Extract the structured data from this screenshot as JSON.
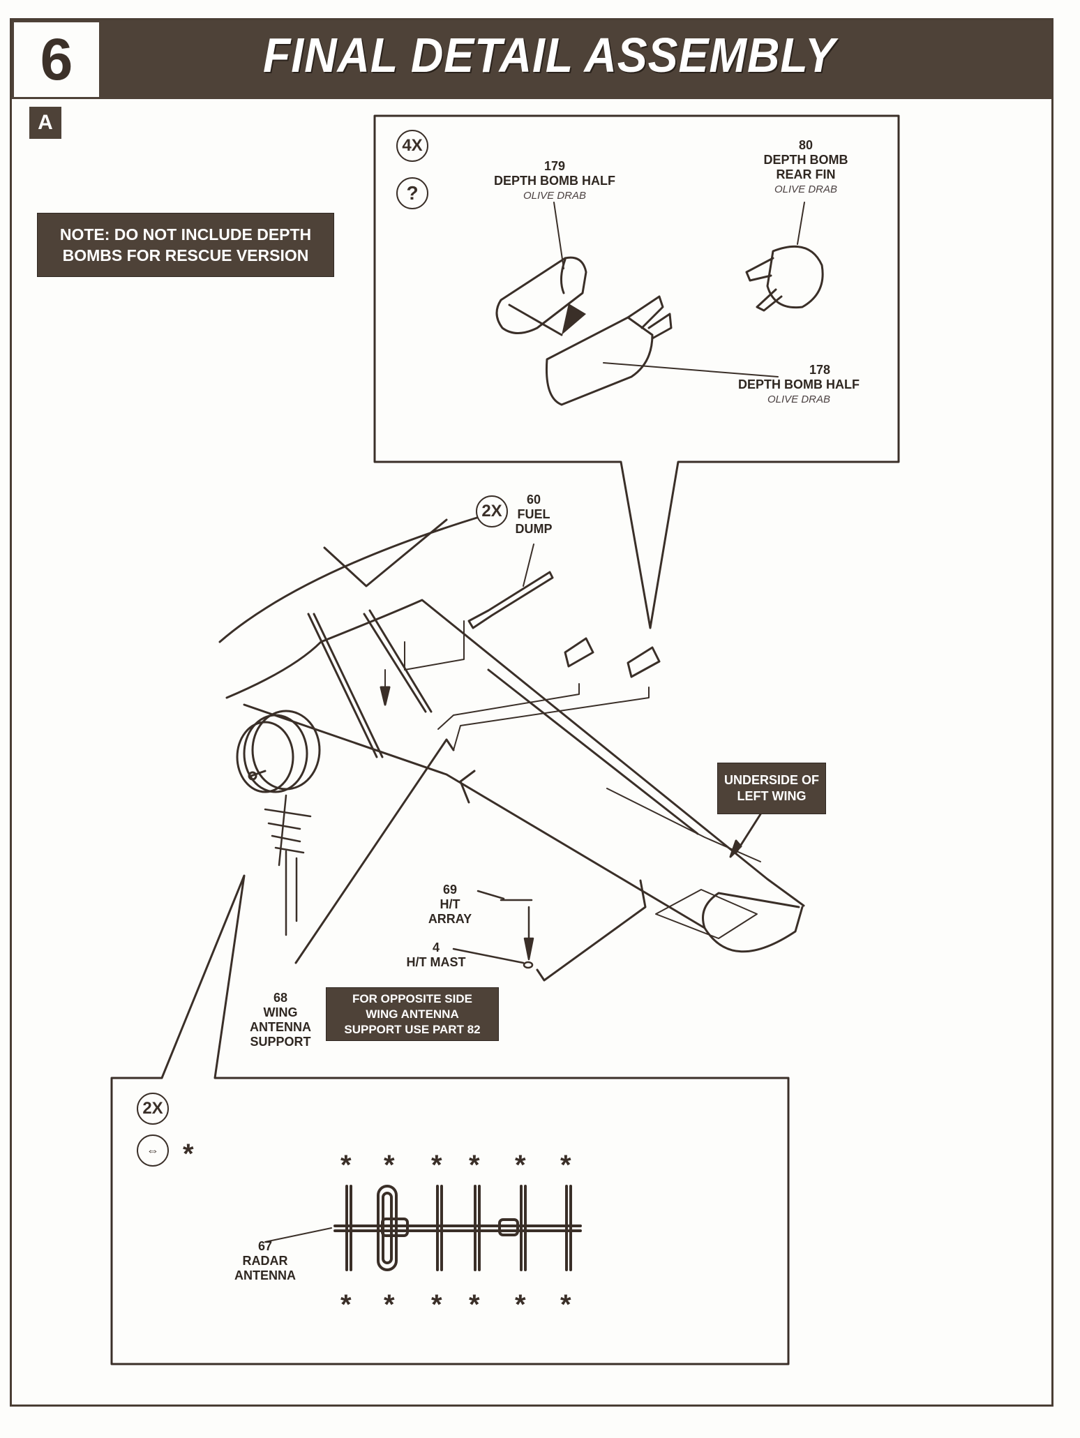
{
  "header": {
    "step_number": "6",
    "title": "FINAL DETAIL ASSEMBLY"
  },
  "section_label": "A",
  "note": {
    "line1": "NOTE:  DO NOT INCLUDE DEPTH",
    "line2": "BOMBS FOR RESCUE VERSION"
  },
  "depth_bomb_inset": {
    "quantity_badge": "4X",
    "optional_badge": "?",
    "parts": [
      {
        "number": "179",
        "name": "DEPTH BOMB HALF",
        "color": "OLIVE DRAB"
      },
      {
        "number": "80",
        "name_line1": "DEPTH BOMB",
        "name_line2": "REAR FIN",
        "color": "OLIVE DRAB"
      },
      {
        "number": "178",
        "name": "DEPTH BOMB HALF",
        "color": "OLIVE DRAB"
      }
    ]
  },
  "fuel_dump": {
    "quantity_badge": "2X",
    "number": "60",
    "name_line1": "FUEL",
    "name_line2": "DUMP"
  },
  "underside_callout": {
    "line1": "UNDERSIDE OF",
    "line2": "LEFT WING"
  },
  "ht_array": {
    "number": "69",
    "line1": "H/T",
    "line2": "ARRAY"
  },
  "ht_mast": {
    "number": "4",
    "line1": "H/T MAST"
  },
  "wing_antenna_support": {
    "number": "68",
    "line1": "WING",
    "line2": "ANTENNA",
    "line3": "SUPPORT"
  },
  "opposite_side_note": {
    "line1": "FOR OPPOSITE SIDE",
    "line2": "WING ANTENNA",
    "line3": "SUPPORT USE PART 82"
  },
  "radar_inset": {
    "quantity_badge": "2X",
    "cut_symbol": "*",
    "part_number": "67",
    "part_line1": "RADAR",
    "part_line2": "ANTENNA",
    "cut_marks": [
      "*",
      "*",
      "*",
      "*",
      "*",
      "*",
      "*",
      "*",
      "*",
      "*",
      "*",
      "*"
    ]
  }
}
